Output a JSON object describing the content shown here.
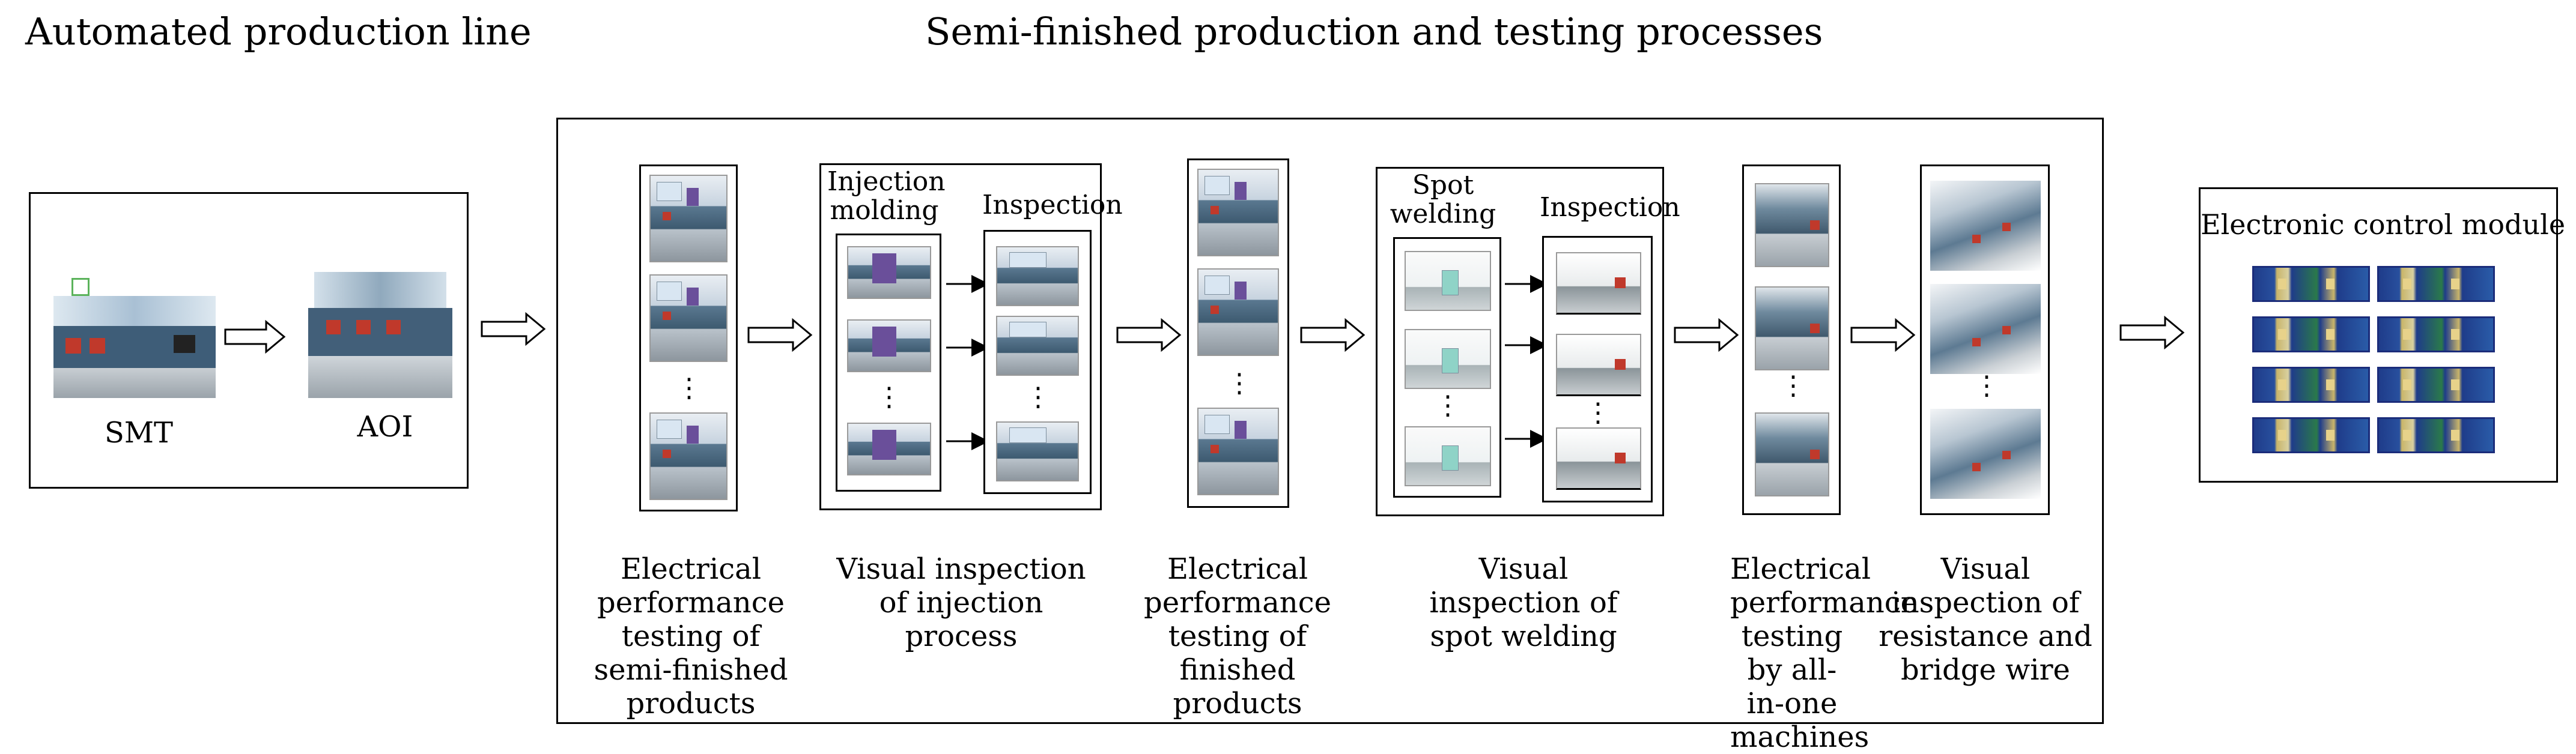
{
  "titles": {
    "automated": "Automated production line",
    "semi": "Semi-finished production and testing processes"
  },
  "automated_line": {
    "smt": "SMT",
    "aoi": "AOI"
  },
  "stages": {
    "s1": "Electrical performance testing of semi-finished products",
    "s2": "Visual inspection of injection process",
    "s3": "Electrical performance testing of finished products",
    "s4": "Visual inspection of spot welding",
    "s5": "Electrical performance testing by all-in-one machines",
    "s6": "Visual inspection of resistance and bridge wire"
  },
  "substages": {
    "injection_molding": "Injection molding",
    "inspection_a": "Inspection",
    "spot_welding": "Spot welding",
    "inspection_b": "Inspection"
  },
  "output": {
    "title": "Electronic control module"
  },
  "ellipsis": "⋮"
}
